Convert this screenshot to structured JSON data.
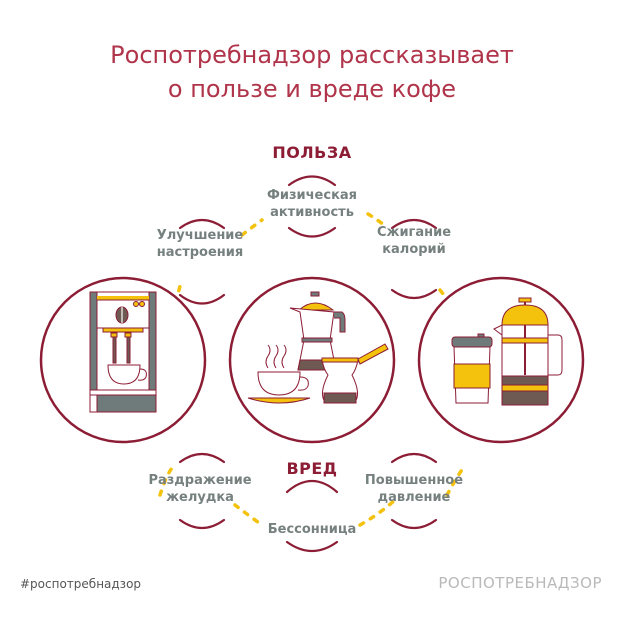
{
  "header": {
    "title_line1": "Роспотребнадзор рассказывает",
    "title_line2": "о пользе и вреде кофе"
  },
  "benefits": {
    "heading": "ПОЛЬЗА",
    "items": [
      {
        "line1": "Улучшение",
        "line2": "настроения"
      },
      {
        "line1": "Физическая",
        "line2": "активность"
      },
      {
        "line1": "Сжигание",
        "line2": "калорий"
      }
    ]
  },
  "harms": {
    "heading": "ВРЕД",
    "items": [
      {
        "line1": "Раздражение",
        "line2": "желудка"
      },
      {
        "line1": "Бессонница",
        "line2": ""
      },
      {
        "line1": "Повышенное",
        "line2": "давление"
      }
    ]
  },
  "illustrations": [
    {
      "icon": "espresso-machine-icon"
    },
    {
      "icon": "moka-pot-cezve-cup-icon"
    },
    {
      "icon": "takeaway-cup-french-press-icon"
    }
  ],
  "footer": {
    "hashtag": "#роспотребнадзор",
    "brand": "РОСПОТРЕБНАДЗОР"
  },
  "colors": {
    "accent": "#8c1d35",
    "title": "#b0344a",
    "label_gray": "#76807f",
    "yellow": "#f4c20d",
    "dark_gray": "#6f7b7a",
    "brown": "#6e5a52"
  }
}
